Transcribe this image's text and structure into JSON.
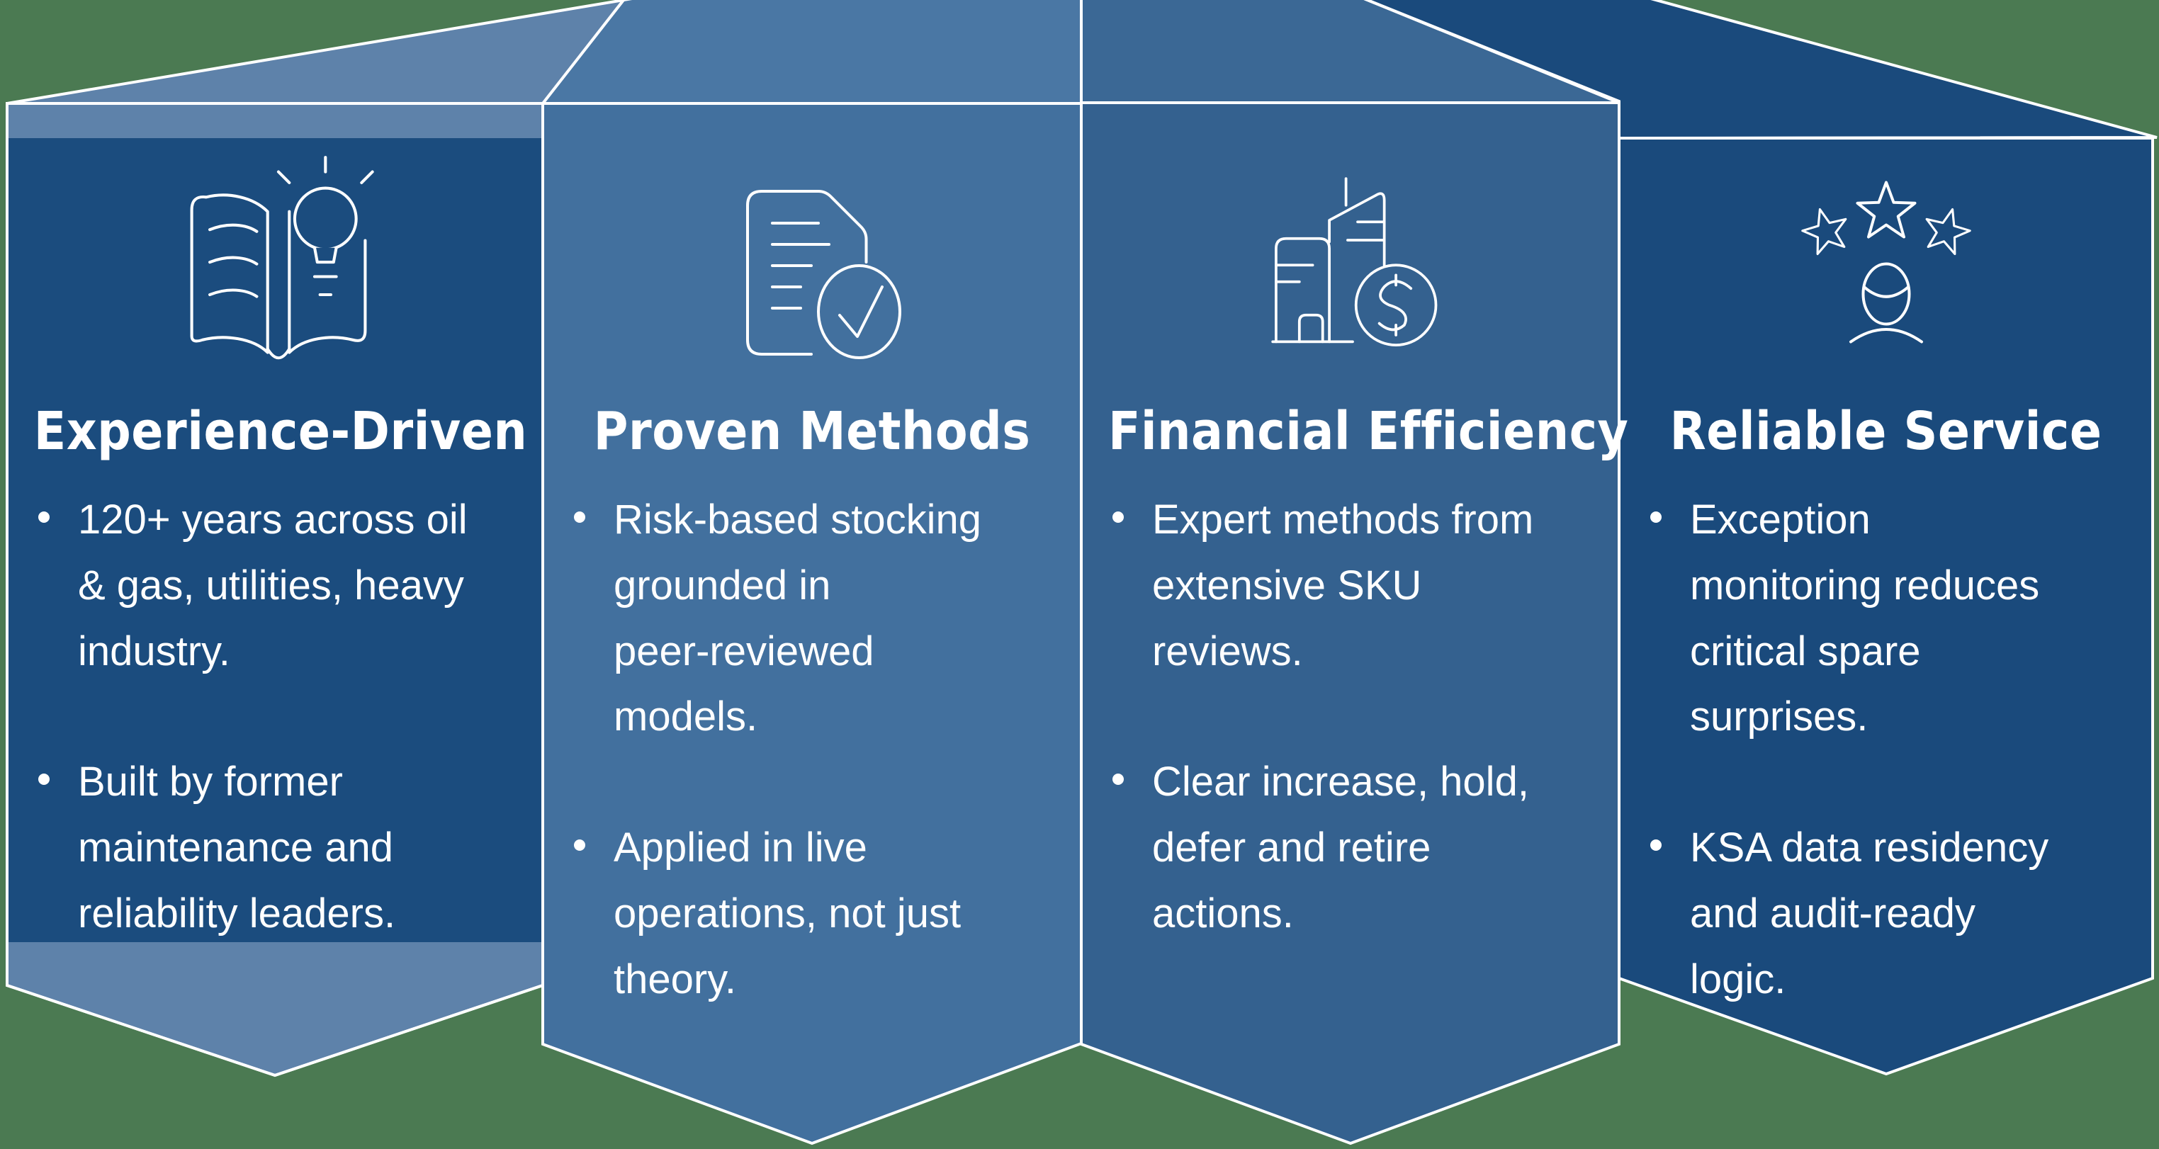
{
  "figure": {
    "background_color": "#4b7a52",
    "outline_color": "#ffffff"
  },
  "panels": [
    {
      "title": "Experience-Driven",
      "icon": "open-book-lightbulb-icon",
      "colors": {
        "body": "#1b4c7e",
        "accent": "#5e82aa",
        "flap": "#5e82aa"
      },
      "bullets": [
        "120+ years across oil\n& gas, utilities, heavy\nindustry.",
        "Built by former\nmaintenance and\nreliability leaders."
      ]
    },
    {
      "title": "Proven Methods",
      "icon": "document-checkmark-icon",
      "colors": {
        "body": "#42709e",
        "flap": "#4a77a4"
      },
      "bullets": [
        "Risk-based stocking\ngrounded in\npeer-reviewed\nmodels.",
        "Applied in live\noperations, not just\ntheory."
      ]
    },
    {
      "title": "Financial Efficiency",
      "icon": "buildings-dollar-coin-icon",
      "colors": {
        "body": "#34618f",
        "flap": "#3b6895"
      },
      "bullets": [
        "Expert methods from\nextensive SKU\nreviews.",
        "Clear increase, hold,\ndefer and retire\nactions."
      ]
    },
    {
      "title": "Reliable Service",
      "icon": "three-stars-person-icon",
      "colors": {
        "body": "#1a4a7c",
        "flap": "#1a4a7c"
      },
      "bullets": [
        "Exception\nmonitoring reduces\ncritical spare\nsurprises.",
        "KSA data residency\nand audit-ready\nlogic."
      ]
    }
  ]
}
